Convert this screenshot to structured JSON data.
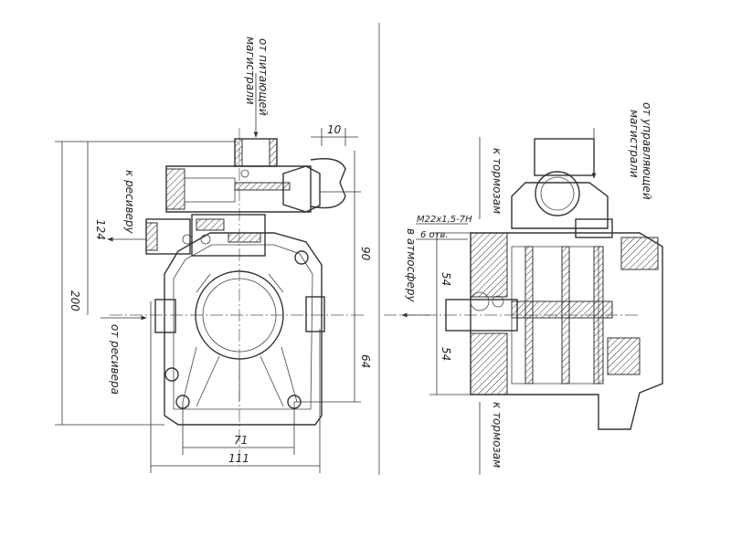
{
  "labels": {
    "from_supply_line": "от питающей\nмагистрали",
    "to_receiver": "к ресиверу",
    "from_receiver": "от ресивера",
    "from_control_line": "от управляющей\nмагистрали",
    "to_brakes_top": "к тормозам",
    "to_brakes_bottom": "к тормозам",
    "to_atmosphere": "в атмосферу",
    "thread": "М22х1,5-7Н",
    "holes": "6 отв."
  },
  "dimensions": {
    "d10": "10",
    "d124": "124",
    "d200": "200",
    "d90": "90",
    "d64": "64",
    "d71": "71",
    "d111": "111",
    "d54a": "54",
    "d54b": "54"
  }
}
